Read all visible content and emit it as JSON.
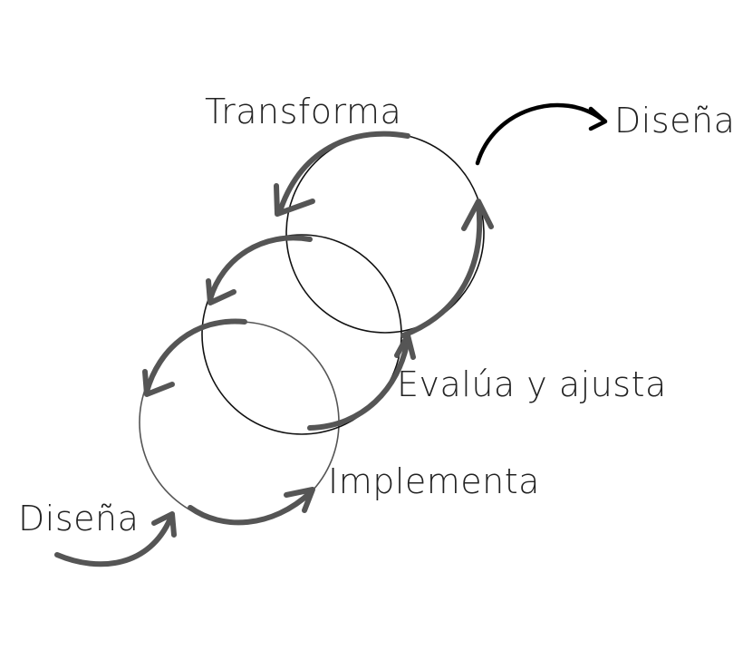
{
  "labels": {
    "transforma": "Transforma",
    "disena_top": "Diseña",
    "evalua": "Evalúa y ajusta",
    "implementa": "Implementa",
    "disena_bottom": "Diseña"
  },
  "colors": {
    "circle_stroke": "#111111",
    "circle_stroke_light": "#555555",
    "arrow_gray": "#555555",
    "arrow_black": "#000000",
    "text": "#222222"
  }
}
